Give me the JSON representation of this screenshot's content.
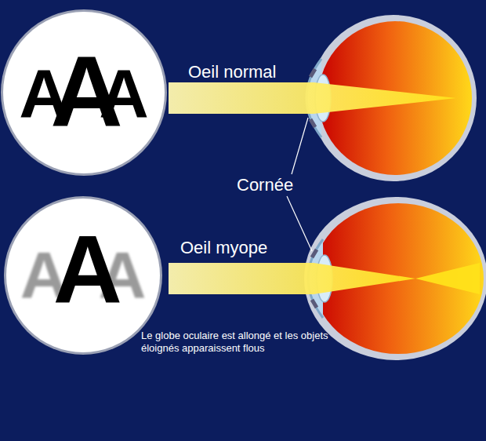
{
  "diagram": {
    "nodes": [
      {
        "text": [
          "A",
          "A",
          "A"
        ]
      },
      {
        "text": [
          "A",
          "A",
          "A"
        ]
      }
    ],
    "labels": [
      "Oeil normal",
      "Cornée",
      "Oeil myope",
      "Le globe oculaire est allongé et les objets éloignés apparaissent flous"
    ]
  }
}
